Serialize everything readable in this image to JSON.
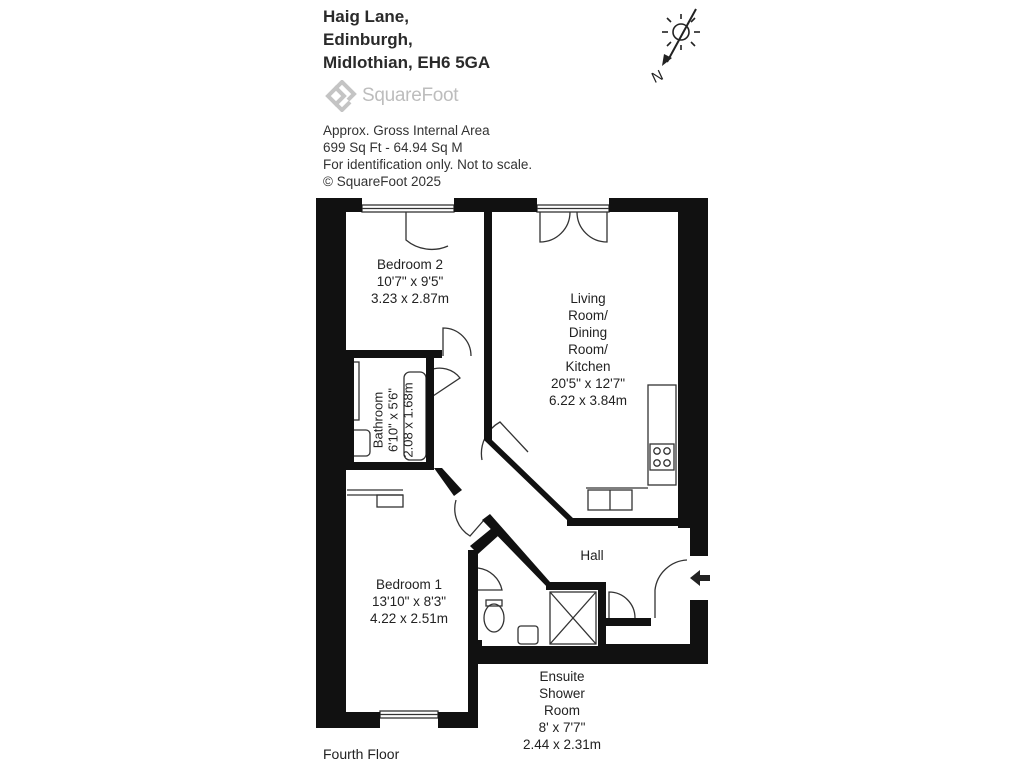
{
  "header": {
    "address_lines": [
      "Haig Lane,",
      "Edinburgh,",
      "Midlothian, EH6 5GA"
    ]
  },
  "logo": {
    "text": "SquareFoot",
    "icon": "squarefoot-logo-icon",
    "color": "#bdbdbd"
  },
  "info": {
    "lines": [
      "Approx. Gross Internal Area",
      "699 Sq Ft  -  64.94 Sq M",
      "For identification only. Not to scale.",
      "© SquareFoot 2025"
    ]
  },
  "compass": {
    "label": "N",
    "icons": [
      "sun-icon",
      "north-arrow-icon"
    ]
  },
  "rooms": {
    "bedroom2": {
      "lines": [
        "Bedroom 2",
        "10'7\" x 9'5\"",
        "3.23 x 2.87m"
      ]
    },
    "living": {
      "lines": [
        "Living",
        "Room/",
        "Dining",
        "Room/",
        "Kitchen",
        "20'5\" x 12'7\"",
        "6.22 x 3.84m"
      ]
    },
    "bathroom": {
      "lines": [
        "Bathroom",
        "6'10\" x 5'6\"",
        "2.08 x 1.68m"
      ]
    },
    "hall": {
      "lines": [
        "Hall"
      ]
    },
    "bedroom1": {
      "lines": [
        "Bedroom 1",
        "13'10\" x 8'3\"",
        "4.22 x 2.51m"
      ]
    },
    "ensuite": {
      "lines": [
        "Ensuite",
        "Shower",
        "Room",
        "8' x 7'7\"",
        "2.44 x 2.31m"
      ]
    }
  },
  "floor": {
    "name": "Fourth Floor"
  },
  "colors": {
    "wall": "#111111",
    "line": "#333333",
    "text": "#222222"
  }
}
